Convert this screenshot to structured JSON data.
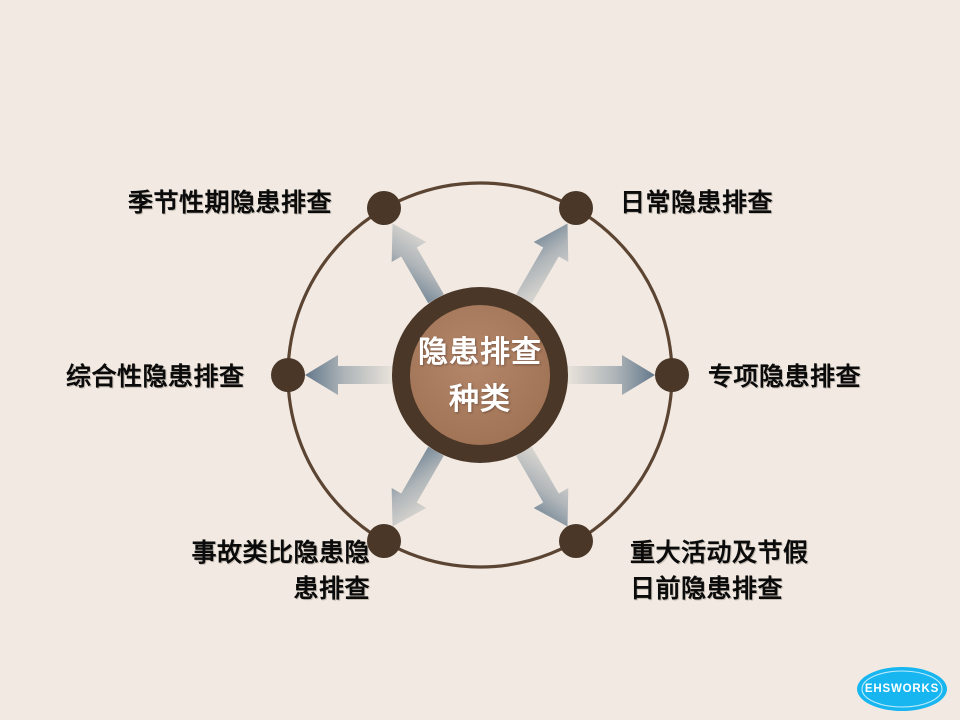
{
  "page": {
    "background_color": "#F2EAE2",
    "title": "隐患排查种类"
  },
  "center": {
    "line1": "隐患排查",
    "line2": "种类",
    "fill_color": "#A97B5E",
    "ring_color": "#4A3728",
    "text_color": "#FFFFFF"
  },
  "diagram": {
    "ring_color": "#5C4433",
    "node_color": "#4A3728",
    "arrow_tip_color": "#63798C",
    "arrow_base_color": "#E8E2DA",
    "nodes": [
      {
        "id": "node-top-left",
        "label": "季节性期隐患排查",
        "angle_deg": 240,
        "position": "top-left"
      },
      {
        "id": "node-top-right",
        "label": "日常隐患排查",
        "angle_deg": 300,
        "position": "top-right"
      },
      {
        "id": "node-right",
        "label": "专项隐患排查",
        "angle_deg": 0,
        "position": "right"
      },
      {
        "id": "node-bottom-right",
        "label": "重大活动及节假\n日前隐患排查",
        "angle_deg": 60,
        "position": "bottom-right"
      },
      {
        "id": "node-bottom-left",
        "label": "事故类比隐患隐\n患排查",
        "angle_deg": 120,
        "position": "bottom-left"
      },
      {
        "id": "node-left",
        "label": "综合性隐患排查",
        "angle_deg": 180,
        "position": "left"
      }
    ]
  },
  "logo": {
    "text": "EHSWORKS",
    "color": "#17B6F0",
    "text_color": "#FFFFFF"
  }
}
